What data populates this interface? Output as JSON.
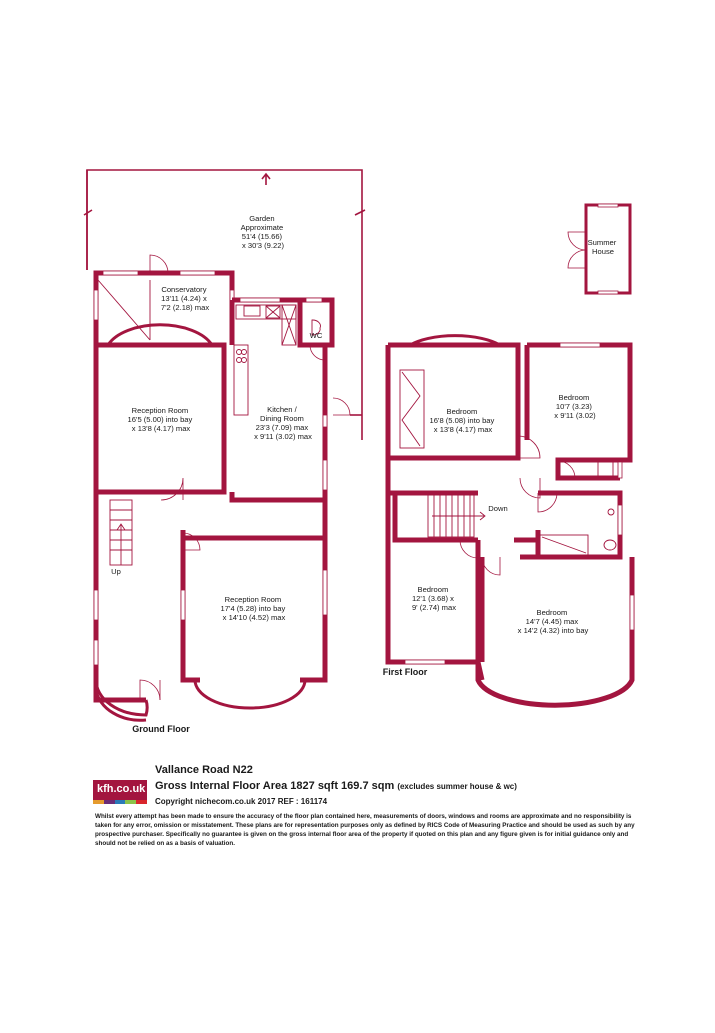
{
  "property": {
    "title": "Vallance Road  N22",
    "area_text": "Gross Internal Floor Area 1827 sqft 169.7 sqm",
    "area_note": "(excludes summer house & wc)",
    "copyright": "Copyright nichecom.co.uk 2017 REF : 161174",
    "disclaimer": "Whilst every attempt has been made to ensure the accuracy of the floor plan contained here, measurements of doors, windows and rooms are approximate and no responsibility is taken for any error, omission or misstatement.  These plans are for representation purposes only as defined by RICS Code of Measuring Practice and should be used as such by any prospective purchaser.  Specifically no guarantee is given on the gross internal floor area of the property if quoted on this plan and any figure given is for initial guidance only and should not be relied on as a basis of valuation."
  },
  "logo": {
    "text": "kfh.co.uk",
    "bar_colors": [
      "#e59b2e",
      "#6a2c77",
      "#2a7ab8",
      "#8bc34a",
      "#d9262c"
    ]
  },
  "colors": {
    "wall": "#a3153f"
  },
  "floors": {
    "ground": "Ground Floor",
    "first": "First Floor"
  },
  "rooms": {
    "garden": [
      "Garden",
      "Approximate",
      "51'4 (15.66)",
      "x 30'3 (9.22)"
    ],
    "summer_house": [
      "Summer",
      "House"
    ],
    "conservatory": [
      "Conservatory",
      "13'11 (4.24) x",
      "7'2 (2.18) max"
    ],
    "wc": [
      "WC"
    ],
    "reception1": [
      "Reception Room",
      "16'5 (5.00) into bay",
      "x 13'8 (4.17) max"
    ],
    "kitchen": [
      "Kitchen /",
      "Dining Room",
      "23'3 (7.09) max",
      "x 9'11 (3.02) max"
    ],
    "reception2": [
      "Reception Room",
      "17'4 (5.28) into bay",
      "x 14'10 (4.52) max"
    ],
    "up": [
      "Up"
    ],
    "bedroom1": [
      "Bedroom",
      "16'8 (5.08) into bay",
      "x 13'8 (4.17) max"
    ],
    "bedroom2": [
      "Bedroom",
      "10'7 (3.23)",
      "x 9'11 (3.02)"
    ],
    "down": [
      "Down"
    ],
    "bedroom3": [
      "Bedroom",
      "12'1 (3.68) x",
      "9' (2.74) max"
    ],
    "bedroom4": [
      "Bedroom",
      "14'7 (4.45) max",
      "x 14'2 (4.32) into bay"
    ]
  }
}
